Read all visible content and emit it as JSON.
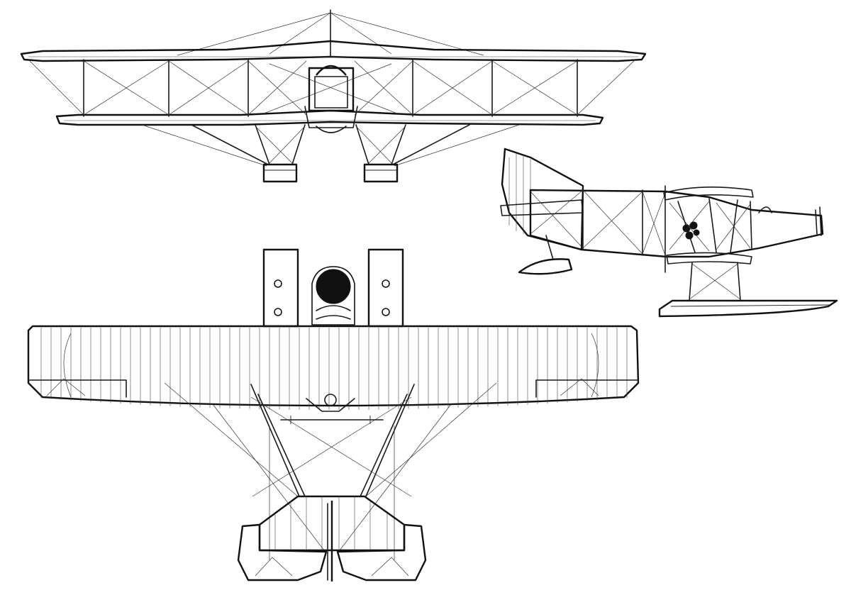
{
  "figure": {
    "views": [
      "front-view",
      "side-view",
      "top-view"
    ],
    "line_color": "#1a1a1a",
    "background": "#ffffff"
  }
}
